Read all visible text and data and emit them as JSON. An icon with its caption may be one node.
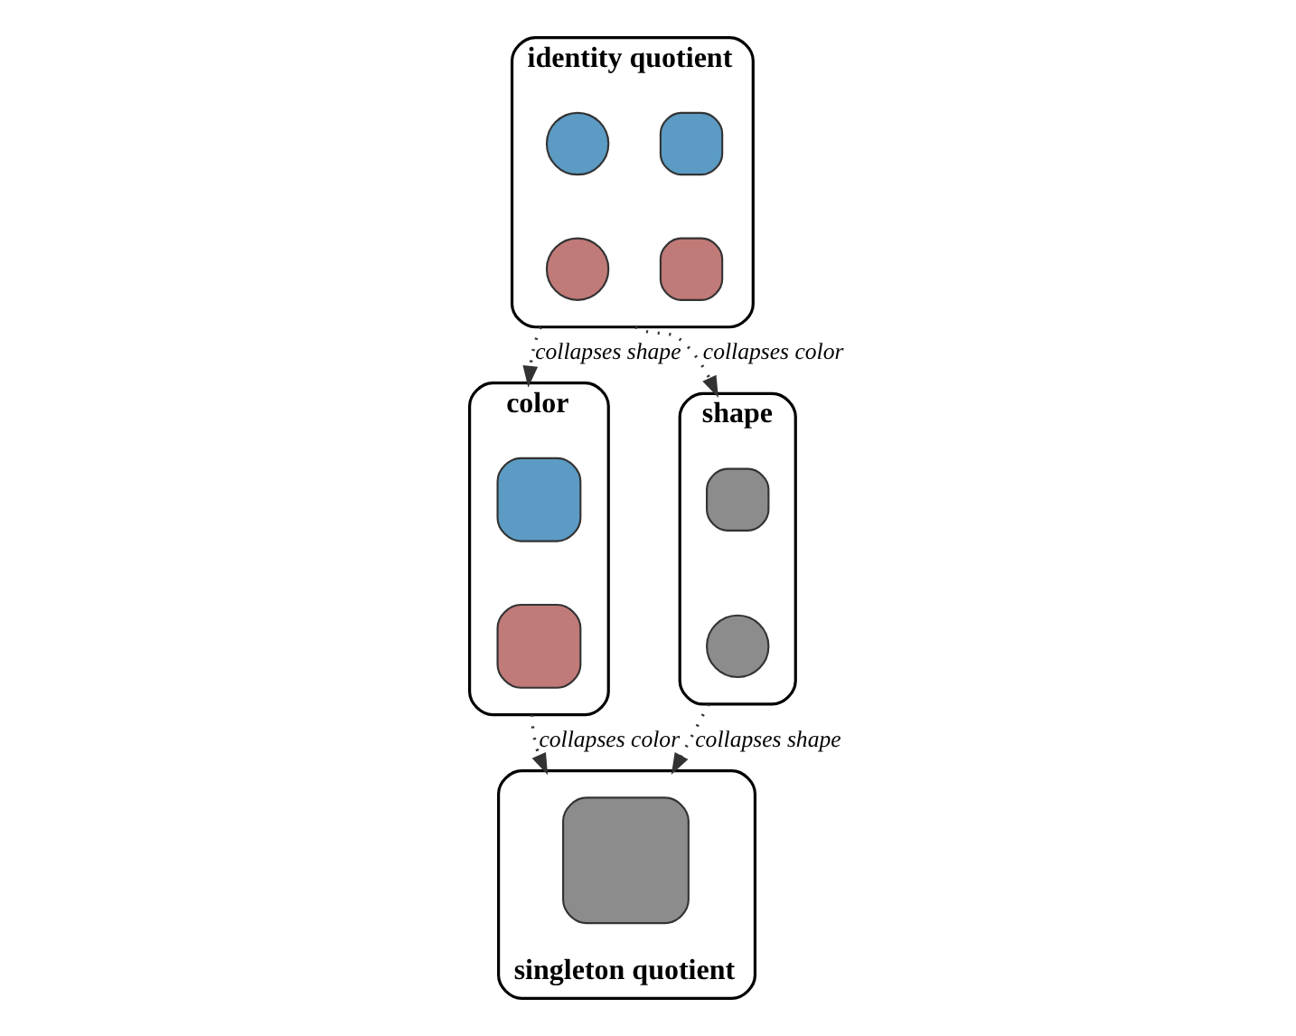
{
  "diagram": {
    "nodes": [
      {
        "text": [
          "identity quotient"
        ]
      },
      {
        "text": [],
        "shape": "box",
        "in": 0
      },
      {
        "text": [],
        "shape": "circle",
        "in": 0
      },
      {
        "text": [],
        "shape": "box",
        "in": 0
      },
      {
        "text": [],
        "shape": "circle",
        "in": 0
      },
      {
        "text": [
          "color"
        ]
      },
      {
        "text": [],
        "shape": "box",
        "in": 5
      },
      {
        "text": [],
        "shape": "box",
        "in": 5
      },
      {
        "text": [
          "shape"
        ]
      },
      {
        "text": [],
        "shape": "box",
        "in": 8
      },
      {
        "text": [],
        "shape": "circle",
        "in": 8
      },
      {
        "text": [
          "singleton quotient"
        ]
      },
      {
        "text": [],
        "shape": "box",
        "in": 11
      }
    ],
    "edges": [
      {
        "from": 0,
        "to": 5,
        "arrow": "to",
        "label": "collapses shape"
      },
      {
        "from": 0,
        "to": 8,
        "arrow": "to",
        "label": "collapses color"
      },
      {
        "from": 5,
        "to": 11,
        "arrow": "to",
        "label": "collapses color"
      },
      {
        "from": 8,
        "to": 11,
        "arrow": "to",
        "label": "collapses shape"
      }
    ]
  }
}
